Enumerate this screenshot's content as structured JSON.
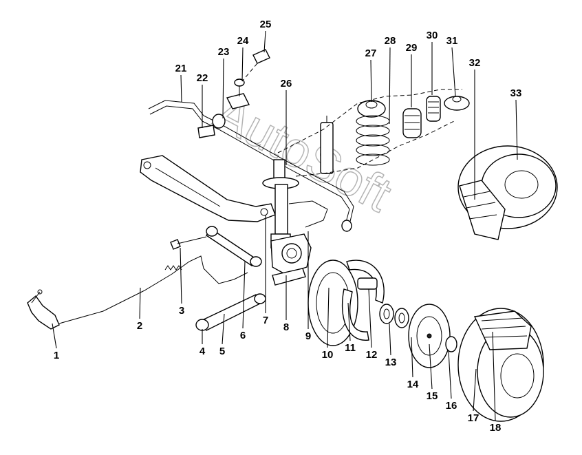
{
  "watermark": "AutoSoft",
  "callouts": [
    "1",
    "2",
    "3",
    "4",
    "5",
    "6",
    "7",
    "8",
    "9",
    "10",
    "11",
    "12",
    "13",
    "14",
    "15",
    "16",
    "17",
    "18",
    "21",
    "22",
    "23",
    "24",
    "25",
    "26",
    "27",
    "28",
    "29",
    "30",
    "31",
    "32",
    "33"
  ]
}
